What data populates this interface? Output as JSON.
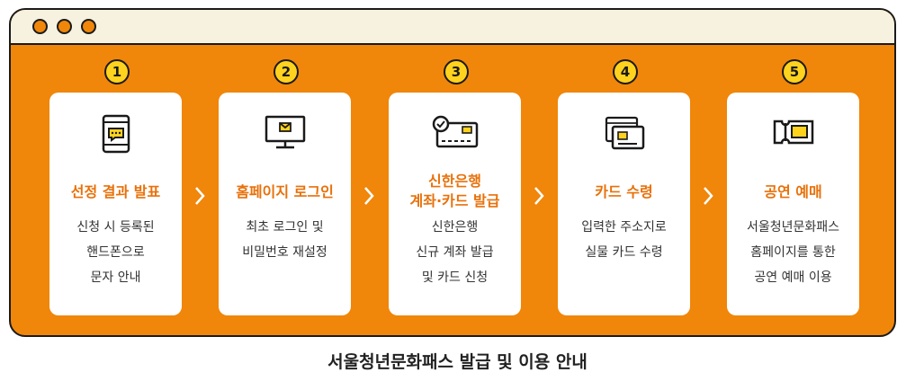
{
  "colors": {
    "frame": "#f0860a",
    "titlebar": "#f7f1df",
    "badge": "#ffd21e",
    "title_text": "#e8710a"
  },
  "window_controls": [
    "dot",
    "dot",
    "dot"
  ],
  "steps": [
    {
      "number": "1",
      "icon": "smartphone-message-icon",
      "title_lines": [
        "선정 결과 발표"
      ],
      "desc_lines": [
        "신청 시 등록된",
        "핸드폰으로",
        "문자 안내"
      ]
    },
    {
      "number": "2",
      "icon": "monitor-mail-icon",
      "title_lines": [
        "홈페이지 로그인"
      ],
      "desc_lines": [
        "최초 로그인 및",
        "비밀번호 재설정"
      ]
    },
    {
      "number": "3",
      "icon": "card-check-icon",
      "title_lines": [
        "신한은행",
        "계좌·카드 발급"
      ],
      "desc_lines": [
        "신한은행",
        "신규 계좌 발급",
        "및 카드 신청"
      ]
    },
    {
      "number": "4",
      "icon": "cards-icon",
      "title_lines": [
        "카드 수령"
      ],
      "desc_lines": [
        "입력한 주소지로",
        "실물 카드 수령"
      ]
    },
    {
      "number": "5",
      "icon": "ticket-icon",
      "title_lines": [
        "공연 예매"
      ],
      "desc_lines": [
        "서울청년문화패스",
        "홈페이지를 통한",
        "공연 예매 이용"
      ]
    }
  ],
  "caption": "서울청년문화패스 발급 및 이용 안내"
}
